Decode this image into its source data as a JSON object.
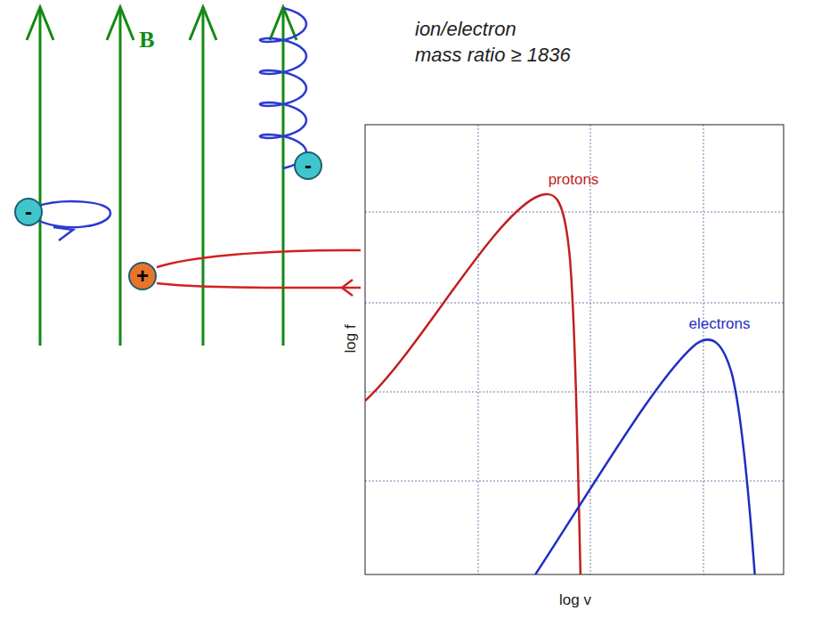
{
  "diagram": {
    "nodes": [
      {
        "text": [
          "-"
        ]
      },
      {
        "text": [
          "-"
        ]
      },
      {
        "text": [
          "+"
        ]
      }
    ],
    "labels": [
      "B",
      "ion/electron",
      "mass ratio ≥ 1836",
      "protons",
      "electrons",
      "log f",
      "log v"
    ]
  }
}
